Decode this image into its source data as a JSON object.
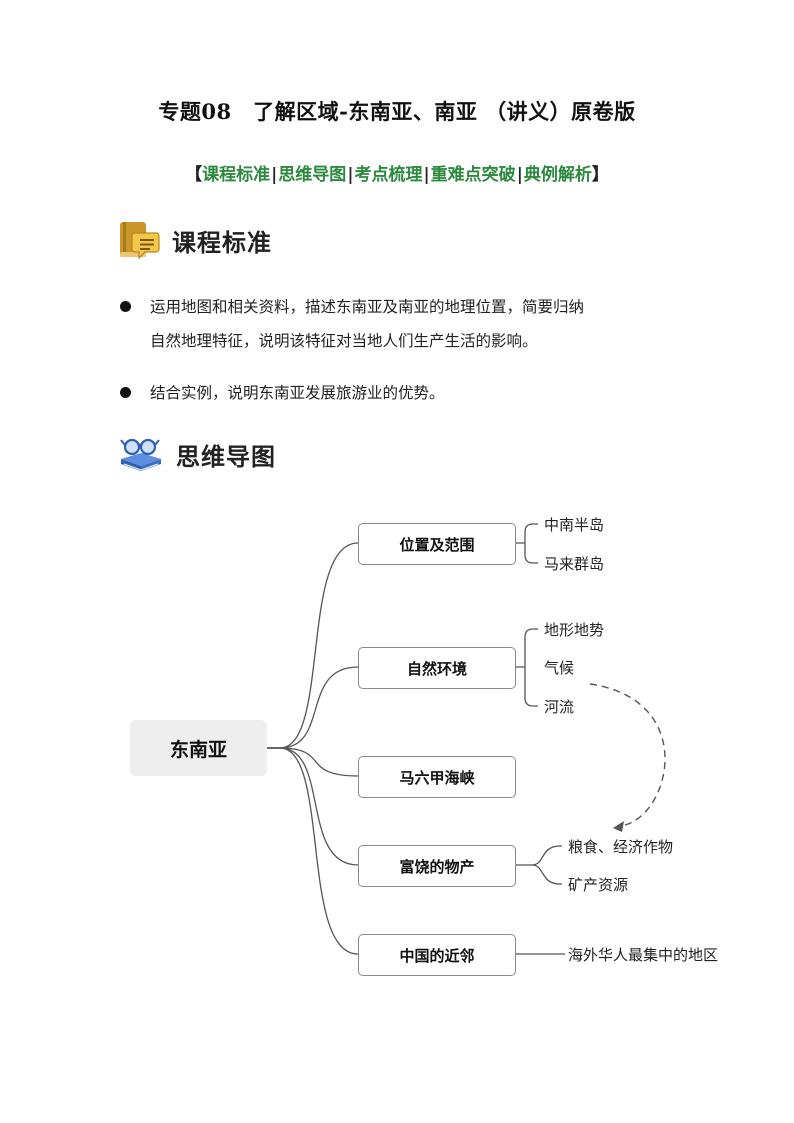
{
  "doc": {
    "title": "专题08　了解区域-东南亚、南亚 （讲义）原卷版",
    "tags": {
      "open": "【",
      "close": "】",
      "sep": "|",
      "items": [
        "课程标准",
        "思维导图",
        "考点梳理",
        "重难点突破",
        "典例解析"
      ]
    }
  },
  "sections": {
    "standard": {
      "heading": "课程标准",
      "bullets": [
        {
          "line1": "运用地图和相关资料，描述东南亚及南亚的地理位置，简要归纳",
          "line2": "自然地理特征，说明该特征对当地人们生产生活的影响。"
        },
        {
          "line1": "结合实例，说明东南亚发展旅游业的优势。"
        }
      ]
    },
    "mindmap": {
      "heading": "思维导图",
      "root": "东南亚",
      "branches": [
        {
          "label": "位置及范围",
          "leaves": [
            "中南半岛",
            "马来群岛"
          ]
        },
        {
          "label": "自然环境",
          "leaves": [
            "地形地势",
            "气候",
            "河流"
          ]
        },
        {
          "label": "马六甲海峡",
          "leaves": []
        },
        {
          "label": "富饶的物产",
          "leaves": [
            "粮食、经济作物",
            "矿产资源"
          ]
        },
        {
          "label": "中国的近邻",
          "leaves": [
            "海外华人最集中的地区"
          ]
        }
      ]
    }
  },
  "colors": {
    "tag_green": "#2b8a3e",
    "icon_gold": "#c9962b",
    "icon_blue": "#3b6fc4",
    "line_gray": "#555555"
  },
  "icons": {
    "standard": "book-chat-icon",
    "mindmap": "books-glasses-icon"
  }
}
